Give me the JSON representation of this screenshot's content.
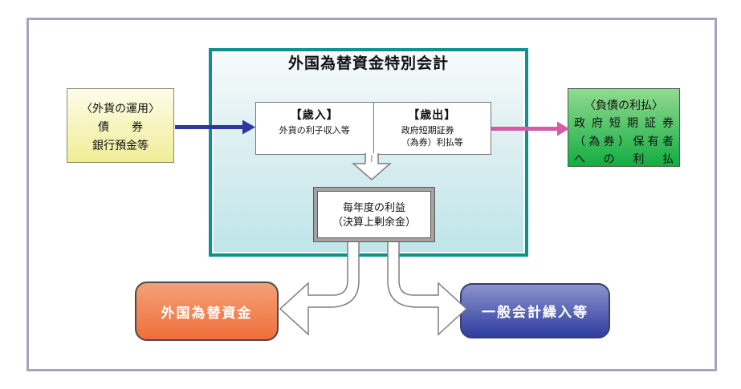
{
  "diagram": {
    "title": "外国為替資金特別会計",
    "assets_box": {
      "heading": "〈外貨の運用〉",
      "line1": "債　　券",
      "line2": "銀行預金等"
    },
    "revenue": {
      "header": "【歳入】",
      "detail": "外貨の利子収入等"
    },
    "expenditure": {
      "header": "【歳出】",
      "line1": "政府短期証券",
      "line2": "（為券）利払等"
    },
    "profit_box": {
      "line1": "毎年度の利益",
      "line2": "（決算上剰余金）"
    },
    "liability_box": {
      "heading": "〈負債の利払〉",
      "line1": "政府短期証券",
      "line2": "（為券）保有者",
      "line3": "への利払"
    },
    "fund_box": {
      "label": "外国為替資金"
    },
    "general_account_box": {
      "label": "一般会計繰入等"
    }
  },
  "colors": {
    "frame_border": "#a3a3c2",
    "container_border": "#0d9191",
    "container_fill_top": "#f6fbfb",
    "container_fill_bottom": "#bee5ea",
    "investment_arrow": "#2e35a5",
    "interest_arrow": "#d45ca4",
    "assets_top": "#fdfdea",
    "assets_bottom": "#f0ed96",
    "liability_top": "#93da90",
    "liability_bottom": "#12ad42",
    "fund_top": "#f5a077",
    "fund_bottom": "#ee6f3a",
    "general_top": "#8b92cb",
    "general_bottom": "#2e3da0"
  }
}
